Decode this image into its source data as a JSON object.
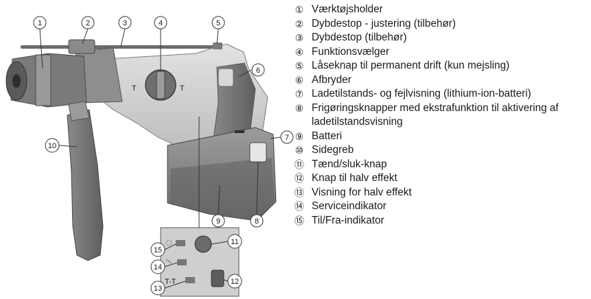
{
  "legend": [
    {
      "num": "①",
      "text": "Værktøjsholder"
    },
    {
      "num": "②",
      "text": "Dybdestop - justering (tilbehør)"
    },
    {
      "num": "③",
      "text": "Dybdestop (tilbehør)"
    },
    {
      "num": "④",
      "text": "Funktionsvælger"
    },
    {
      "num": "⑤",
      "text": "Låseknap til permanent drift (kun mejsling)"
    },
    {
      "num": "⑥",
      "text": "Afbryder"
    },
    {
      "num": "⑦",
      "text": "Ladetilstands- og fejlvisning (lithium-ion-batteri)"
    },
    {
      "num": "⑧",
      "text": "Frigøringsknapper med ekstrafunktion til aktivering af ladetilstandsvisning"
    },
    {
      "num": "⑨",
      "text": "Batteri"
    },
    {
      "num": "⑩",
      "text": "Sidegreb"
    },
    {
      "num": "⑪",
      "text": "Tænd/sluk-knap"
    },
    {
      "num": "⑫",
      "text": "Knap til halv effekt"
    },
    {
      "num": "⑬",
      "text": "Visning for halv effekt"
    },
    {
      "num": "⑭",
      "text": "Serviceindikator"
    },
    {
      "num": "⑮",
      "text": "Til/Fra-indikator"
    }
  ],
  "figure": {
    "callouts": [
      "1",
      "2",
      "3",
      "4",
      "5",
      "6",
      "7",
      "8",
      "9",
      "10",
      "11",
      "12",
      "13",
      "14",
      "15"
    ],
    "selector_marks": [
      "T",
      "T"
    ],
    "half_power_mark": "T-T"
  }
}
